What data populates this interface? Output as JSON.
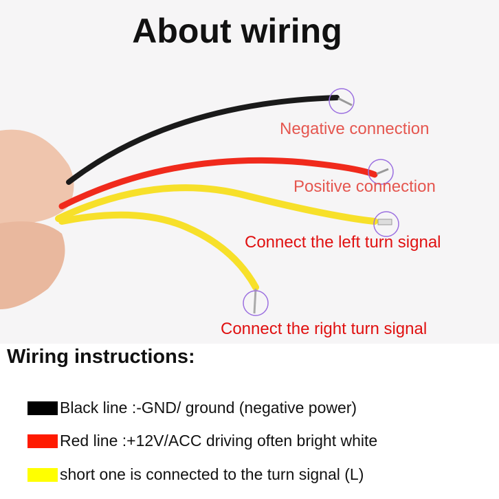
{
  "title": "About wiring",
  "labels": {
    "negative": "Negative connection",
    "positive": "Positive connection",
    "left_turn": "Connect the left turn signal",
    "right_turn": "Connect the right turn signal"
  },
  "instructions": {
    "heading": "Wiring instructions:",
    "items": [
      {
        "color": "#000000",
        "text": "Black line :-GND/ ground (negative power)"
      },
      {
        "color": "#ff1a00",
        "text": "Red line :+12V/ACC driving often bright white"
      },
      {
        "color": "#ffff00",
        "text": "short one is connected to the turn signal (L)"
      }
    ]
  },
  "colors": {
    "black_wire": "#1a1a1a",
    "red_wire": "#f02a1c",
    "yellow_wire": "#f7e02a",
    "marker": "#9b6fe0"
  }
}
